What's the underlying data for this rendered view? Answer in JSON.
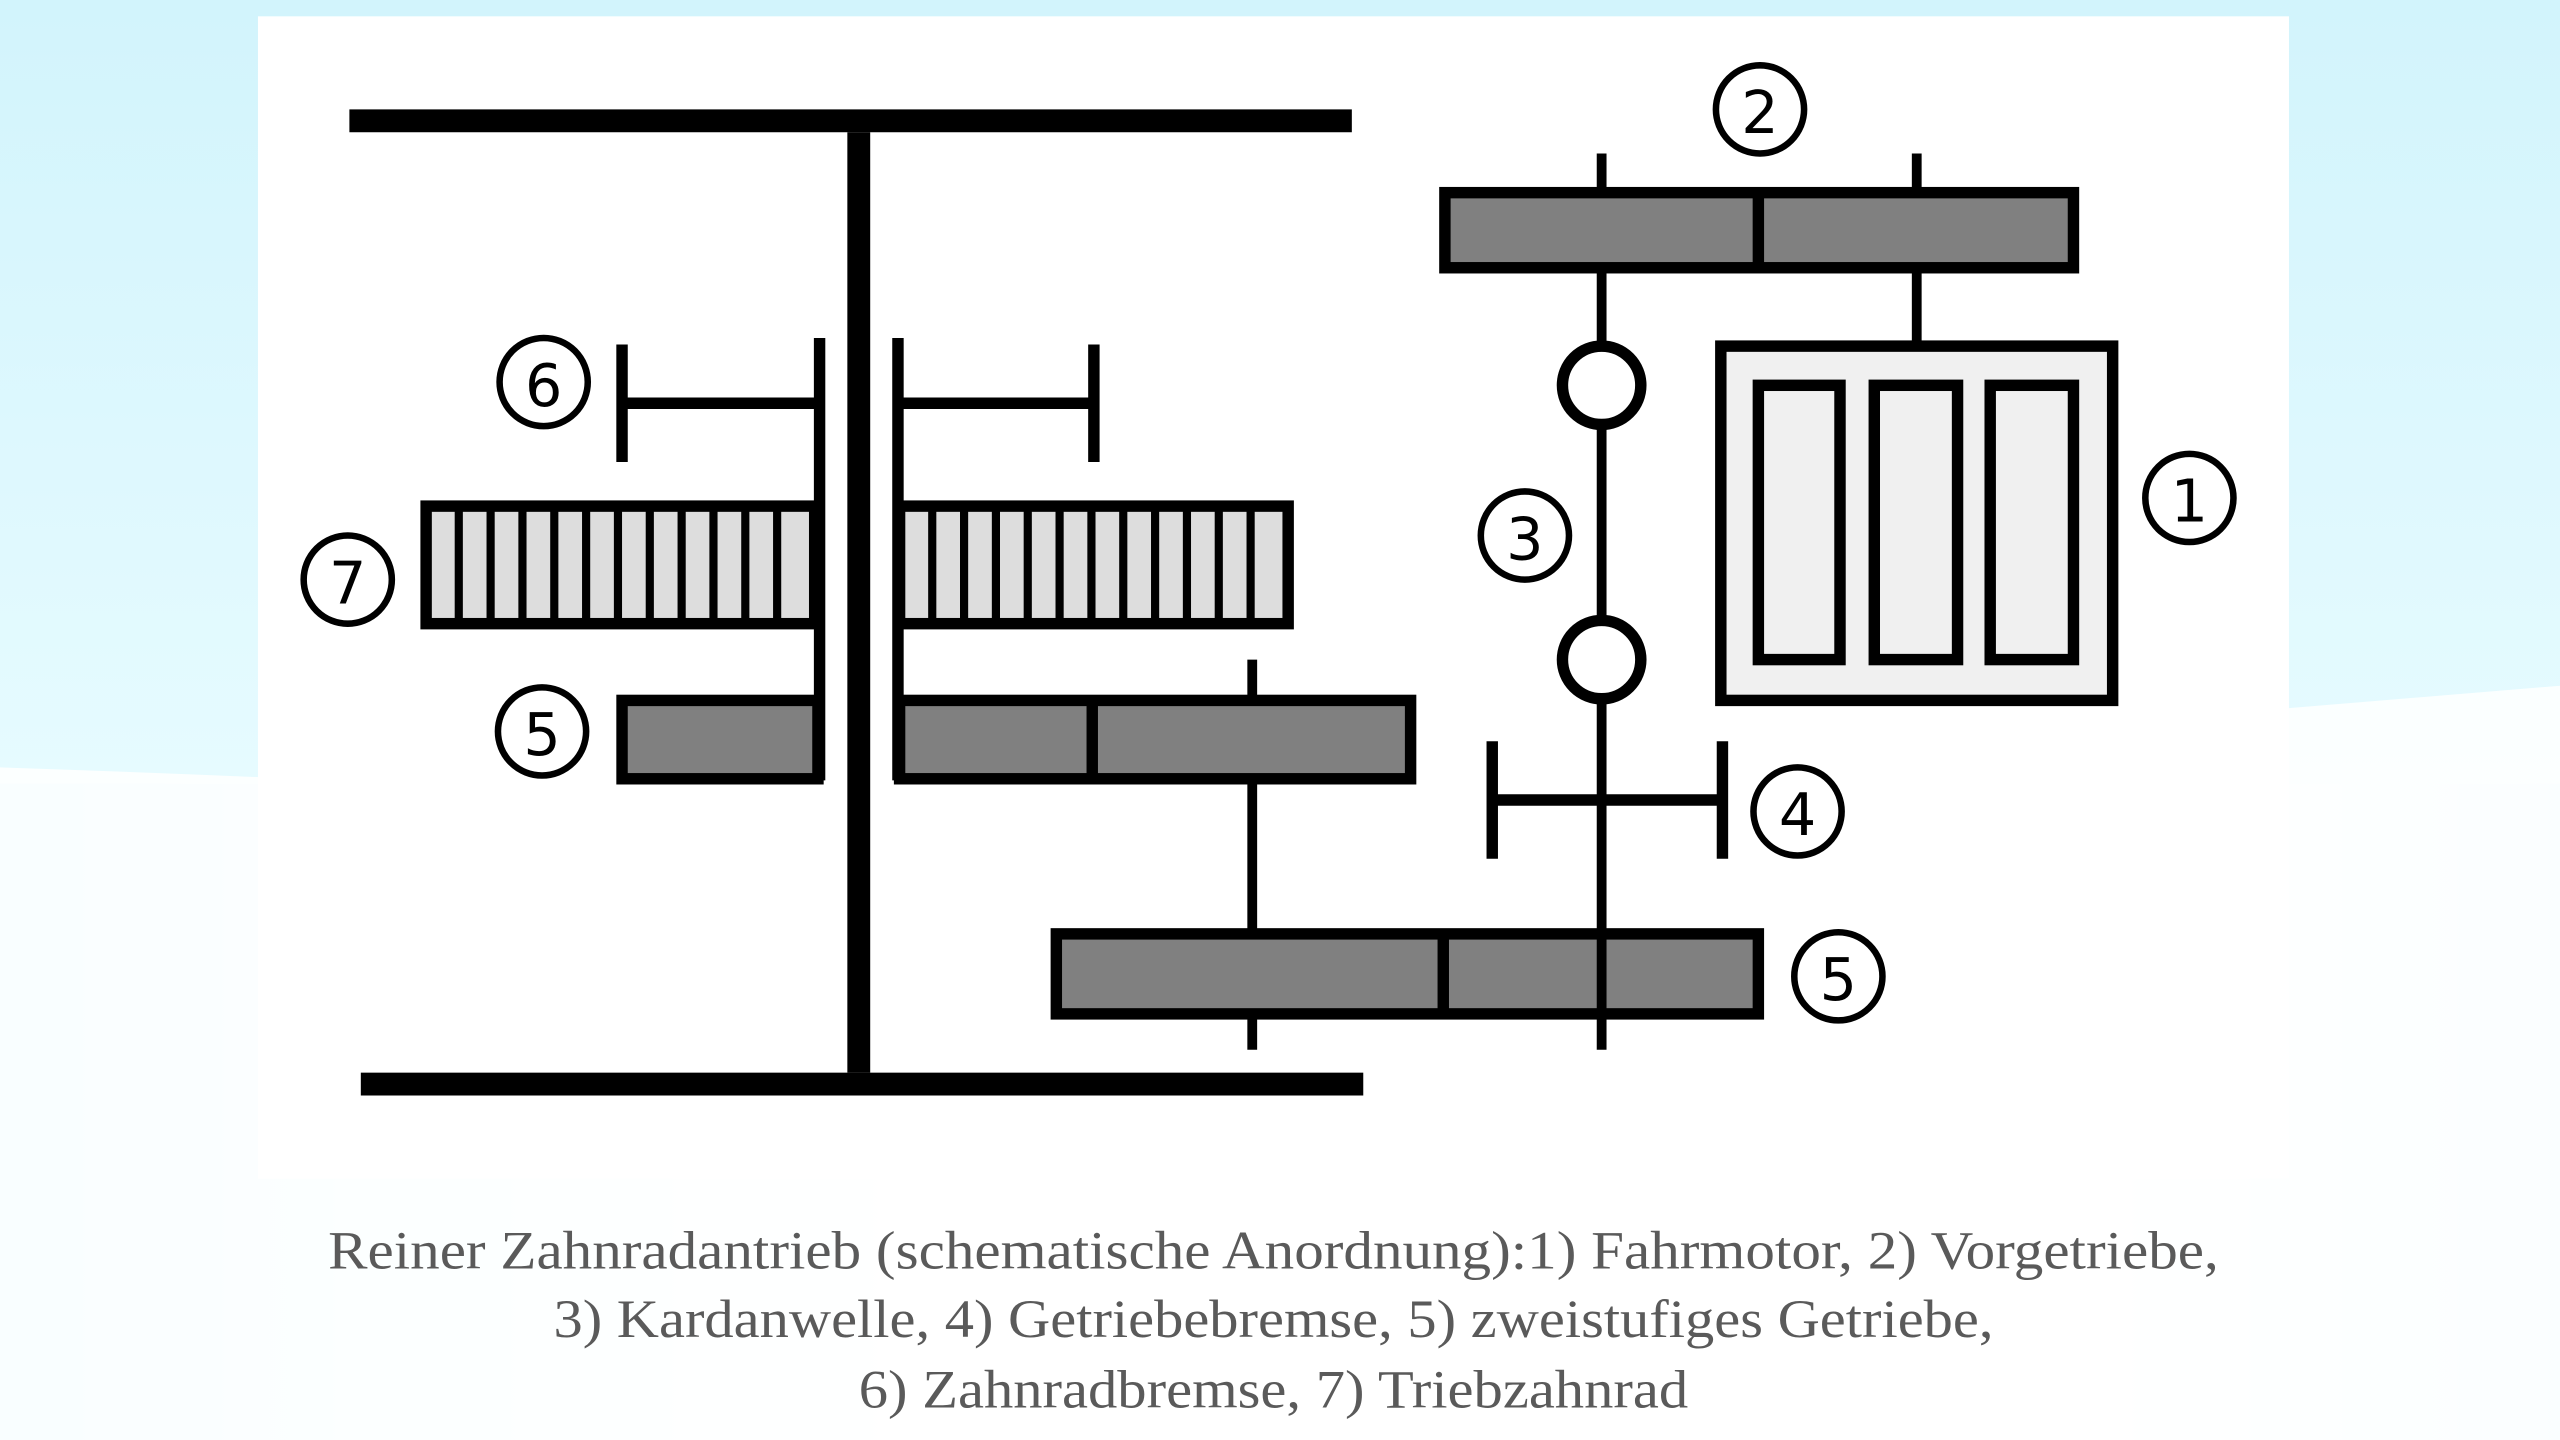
{
  "diagram": {
    "labels": {
      "motor": "1",
      "pre_gear": "2",
      "cardan": "3",
      "gear_brake": "4",
      "two_stage_gear": "5",
      "two_stage_gear_2": "5",
      "gear_wheel_brake": "6",
      "drive_gear": "7"
    },
    "colors": {
      "gear_fill": "#808080",
      "drive_gear_fill": "#dddddd",
      "motor_fill": "#f0f0f0",
      "line": "#000000"
    }
  },
  "caption": {
    "line1": "Reiner Zahnradantrieb (schematische Anordnung):1) Fahrmotor, 2) Vorgetriebe,",
    "line2": "3) Kardanwelle, 4) Getriebebremse, 5) zweistufiges Getriebe,",
    "line3": "6) Zahnradbremse, 7) Triebzahnrad"
  }
}
